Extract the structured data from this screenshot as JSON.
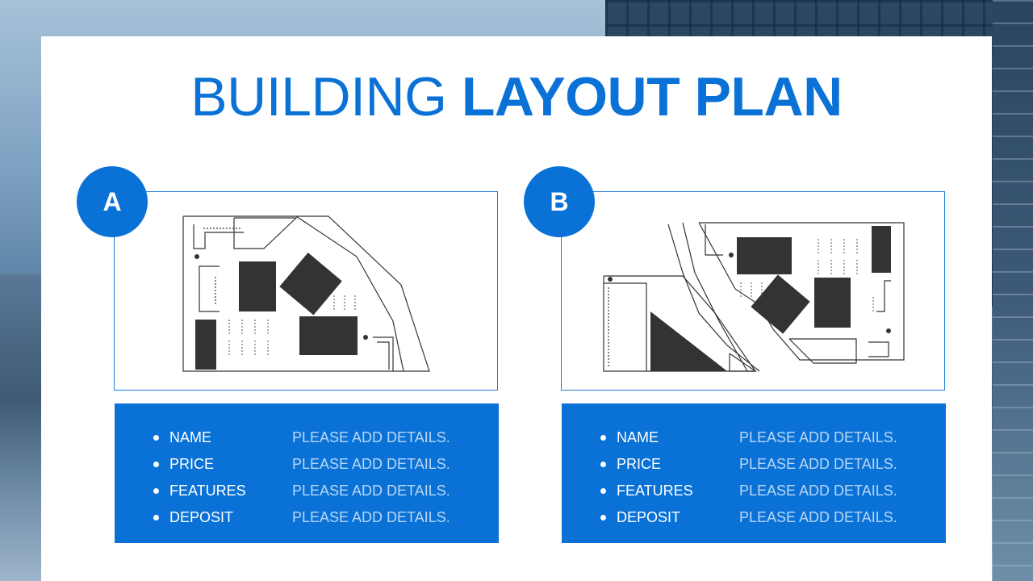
{
  "title": {
    "light": "BUILDING",
    "bold": "LAYOUT PLAN"
  },
  "plans": [
    {
      "badge": "A",
      "rows": [
        {
          "label": "NAME",
          "value": "PLEASE ADD DETAILS."
        },
        {
          "label": "PRICE",
          "value": "PLEASE ADD DETAILS."
        },
        {
          "label": "FEATURES",
          "value": "PLEASE ADD DETAILS."
        },
        {
          "label": "DEPOSIT",
          "value": "PLEASE ADD DETAILS."
        }
      ]
    },
    {
      "badge": "B",
      "rows": [
        {
          "label": "NAME",
          "value": "PLEASE ADD DETAILS."
        },
        {
          "label": "PRICE",
          "value": "PLEASE ADD DETAILS."
        },
        {
          "label": "FEATURES",
          "value": "PLEASE ADD DETAILS."
        },
        {
          "label": "DEPOSIT",
          "value": "PLEASE ADD DETAILS."
        }
      ]
    }
  ],
  "colors": {
    "accent": "#0a72d6",
    "detail_text": "#b9d6f5",
    "building": "#333333"
  },
  "icons": [
    "bullet-dot-icon"
  ]
}
